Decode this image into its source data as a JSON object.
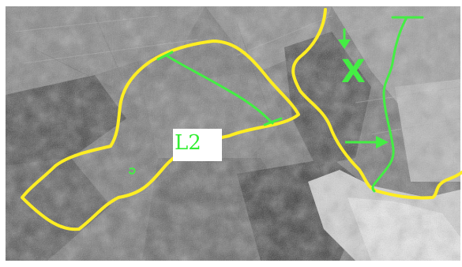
{
  "image": {
    "kind": "aerial-photograph",
    "tone": "grayscale",
    "boundary_color": "#ffee22",
    "annotation_color": "#44ee44"
  },
  "labels": {
    "zone_label": "L2",
    "x_marker": "X"
  },
  "icons": {
    "arrow_down": "arrow-down-icon",
    "arrow_right": "arrow-right-icon"
  }
}
